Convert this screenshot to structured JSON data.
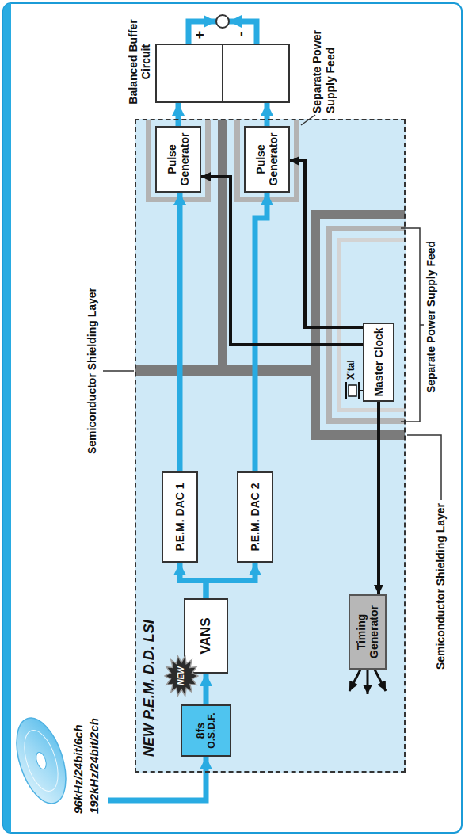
{
  "diagram": {
    "nodes": [
      {
        "text": [
          "NEW P.E.M. D.D. LSI"
        ]
      },
      {
        "text": [
          "8fs",
          "O.S.D.F."
        ],
        "in": 0
      },
      {
        "text": [
          "NEW"
        ],
        "in": 0
      },
      {
        "text": [
          "VANS"
        ],
        "in": 0
      },
      {
        "text": [
          "P.E.M. DAC 1"
        ],
        "in": 0
      },
      {
        "text": [
          "P.E.M. DAC 2"
        ],
        "in": 0
      },
      {
        "text": [
          "Timing Generator"
        ],
        "in": 0
      },
      {
        "text": [
          "Master Clock"
        ],
        "in": 0
      },
      {
        "text": [
          "Pulse Generator"
        ],
        "in": 0
      },
      {
        "text": [
          "Pulse Generator"
        ],
        "in": 0
      },
      {
        "text": [
          "Balanced Buffer Circuit"
        ]
      }
    ],
    "edges": [
      {
        "from": 1,
        "to": 3,
        "arrow": "to"
      },
      {
        "from": 3,
        "to": 4,
        "arrow": "to"
      },
      {
        "from": 3,
        "to": 5,
        "arrow": "to"
      },
      {
        "from": 4,
        "to": 8,
        "arrow": "to"
      },
      {
        "from": 5,
        "to": 9,
        "arrow": "to"
      },
      {
        "from": 7,
        "to": 8,
        "arrow": "to"
      },
      {
        "from": 7,
        "to": 9,
        "arrow": "to"
      },
      {
        "from": 7,
        "to": 6,
        "arrow": "to"
      },
      {
        "from": 8,
        "to": 10,
        "arrow": "to"
      },
      {
        "from": 9,
        "to": 10,
        "arrow": "to"
      }
    ],
    "labels": [
      "96kHz/24bit/6ch",
      "192kHz/24bit/2ch",
      "Semiconductor Shielding Layer",
      "Separate Power Supply Feed",
      "Separate Power Supply Feed",
      "Semiconductor Shielding Layer",
      "X'tal",
      "+",
      "-"
    ]
  }
}
